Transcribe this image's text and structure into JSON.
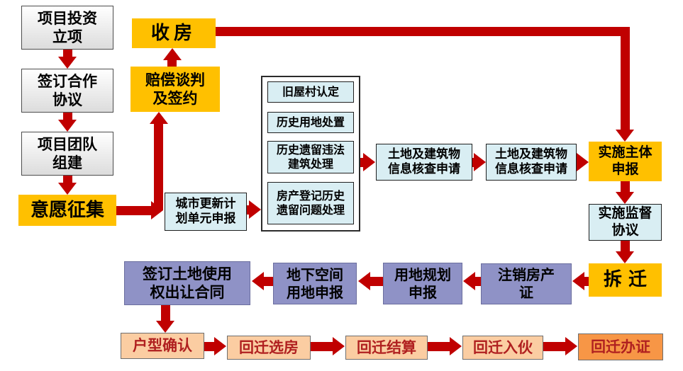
{
  "diagram": {
    "type": "flowchart",
    "nodes": {
      "project_approval": "项目投资\n立项",
      "cooperation_agreement": "签订合作\n协议",
      "team_formation": "项目团队\n组建",
      "willingness_collection": "意愿征集",
      "house_receiving": "收房",
      "compensation_negotiation": "赔偿谈判\n及签约",
      "urban_renewal_plan": "城市更新计\n划单元申报",
      "old_village_recognition": "旧屋村认定",
      "historical_land_disposal": "历史用地处置",
      "historical_illegal_building": "历史遗留违法\n建筑处理",
      "property_registration_issues": "房产登记历史\n遗留问题处理",
      "land_building_check_1": "土地及建筑物\n信息核查申请",
      "land_building_check_2": "土地及建筑物\n信息核查申请",
      "implementation_subject": "实施主体\n申报",
      "implementation_supervision": "实施监督\n协议",
      "demolition": "拆 迁",
      "cancel_property_cert": "注销房产\n证",
      "land_use_planning": "用地规划\n申报",
      "underground_space": "地下空间\n用地申报",
      "land_transfer_contract": "签订土地使用\n权出让合同",
      "unit_type_confirmation": "户型确认",
      "relocation_house_selection": "回迁选房",
      "relocation_settlement": "回迁结算",
      "relocation_move_in": "回迁入伙",
      "relocation_certificate": "回迁办证"
    },
    "edges": [
      {
        "from": "project_approval",
        "to": "cooperation_agreement"
      },
      {
        "from": "cooperation_agreement",
        "to": "team_formation"
      },
      {
        "from": "team_formation",
        "to": "willingness_collection"
      },
      {
        "from": "willingness_collection",
        "to": "urban_renewal_plan"
      },
      {
        "from": "urban_renewal_plan",
        "to": "compensation_negotiation"
      },
      {
        "from": "compensation_negotiation",
        "to": "house_receiving"
      },
      {
        "from": "house_receiving",
        "to": "implementation_subject"
      },
      {
        "from": "urban_renewal_plan",
        "to": "historical_items_group"
      },
      {
        "from": "historical_items_group",
        "to": "land_building_check_1"
      },
      {
        "from": "land_building_check_1",
        "to": "land_building_check_2"
      },
      {
        "from": "land_building_check_2",
        "to": "implementation_subject"
      },
      {
        "from": "implementation_subject",
        "to": "implementation_supervision"
      },
      {
        "from": "implementation_supervision",
        "to": "demolition"
      },
      {
        "from": "demolition",
        "to": "cancel_property_cert"
      },
      {
        "from": "cancel_property_cert",
        "to": "land_use_planning"
      },
      {
        "from": "land_use_planning",
        "to": "underground_space"
      },
      {
        "from": "underground_space",
        "to": "land_transfer_contract"
      },
      {
        "from": "land_transfer_contract",
        "to": "unit_type_confirmation"
      },
      {
        "from": "unit_type_confirmation",
        "to": "relocation_house_selection"
      },
      {
        "from": "relocation_house_selection",
        "to": "relocation_settlement"
      },
      {
        "from": "relocation_settlement",
        "to": "relocation_move_in"
      },
      {
        "from": "relocation_move_in",
        "to": "relocation_certificate"
      }
    ],
    "palette": {
      "arrow_red": "#C00000",
      "gold": "#FFC000",
      "light_cyan": "#D9EEF3",
      "purple": "#8F92C6",
      "peach": "#FBCDA2",
      "orange": "#F79646",
      "gray_box": "#EFEFEF",
      "bottom_text_red": "#B02020"
    }
  }
}
